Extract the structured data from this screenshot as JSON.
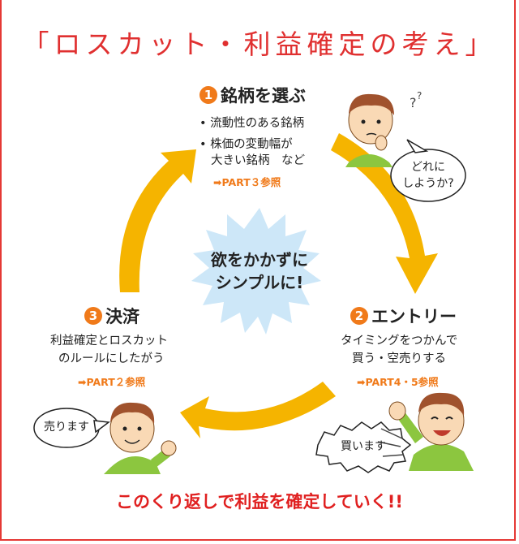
{
  "title": "「ロスカット・利益確定の考え」",
  "center": {
    "line1": "欲をかかずに",
    "line2": "シンプルに!"
  },
  "steps": [
    {
      "number": "1",
      "title": "銘柄を選ぶ",
      "lines": [
        "• 流動性のある銘柄",
        "• 株価の変動幅が",
        "大きい銘柄　など"
      ],
      "ref": "➡PART３参照",
      "bubble": [
        "どれに",
        "しようか?"
      ]
    },
    {
      "number": "2",
      "title": "エントリー",
      "lines": [
        "タイミングをつかんで",
        "買う・空売りする"
      ],
      "ref": "➡PART4・5参照",
      "bubble": [
        "買います"
      ]
    },
    {
      "number": "3",
      "title": "決済",
      "lines": [
        "利益確定とロスカット",
        "のルールにしたがう"
      ],
      "ref": "➡PART２参照",
      "bubble": [
        "売ります"
      ]
    }
  ],
  "bottom_text": "このくり返しで利益を確定していく!!",
  "colors": {
    "arrow": "#f5b400",
    "accent": "#f07a1a",
    "title": "#e03030",
    "burst": "#cde7f8",
    "shirt": "#8cc63f",
    "skin": "#f9d9b5",
    "hair": "#a0522d"
  }
}
